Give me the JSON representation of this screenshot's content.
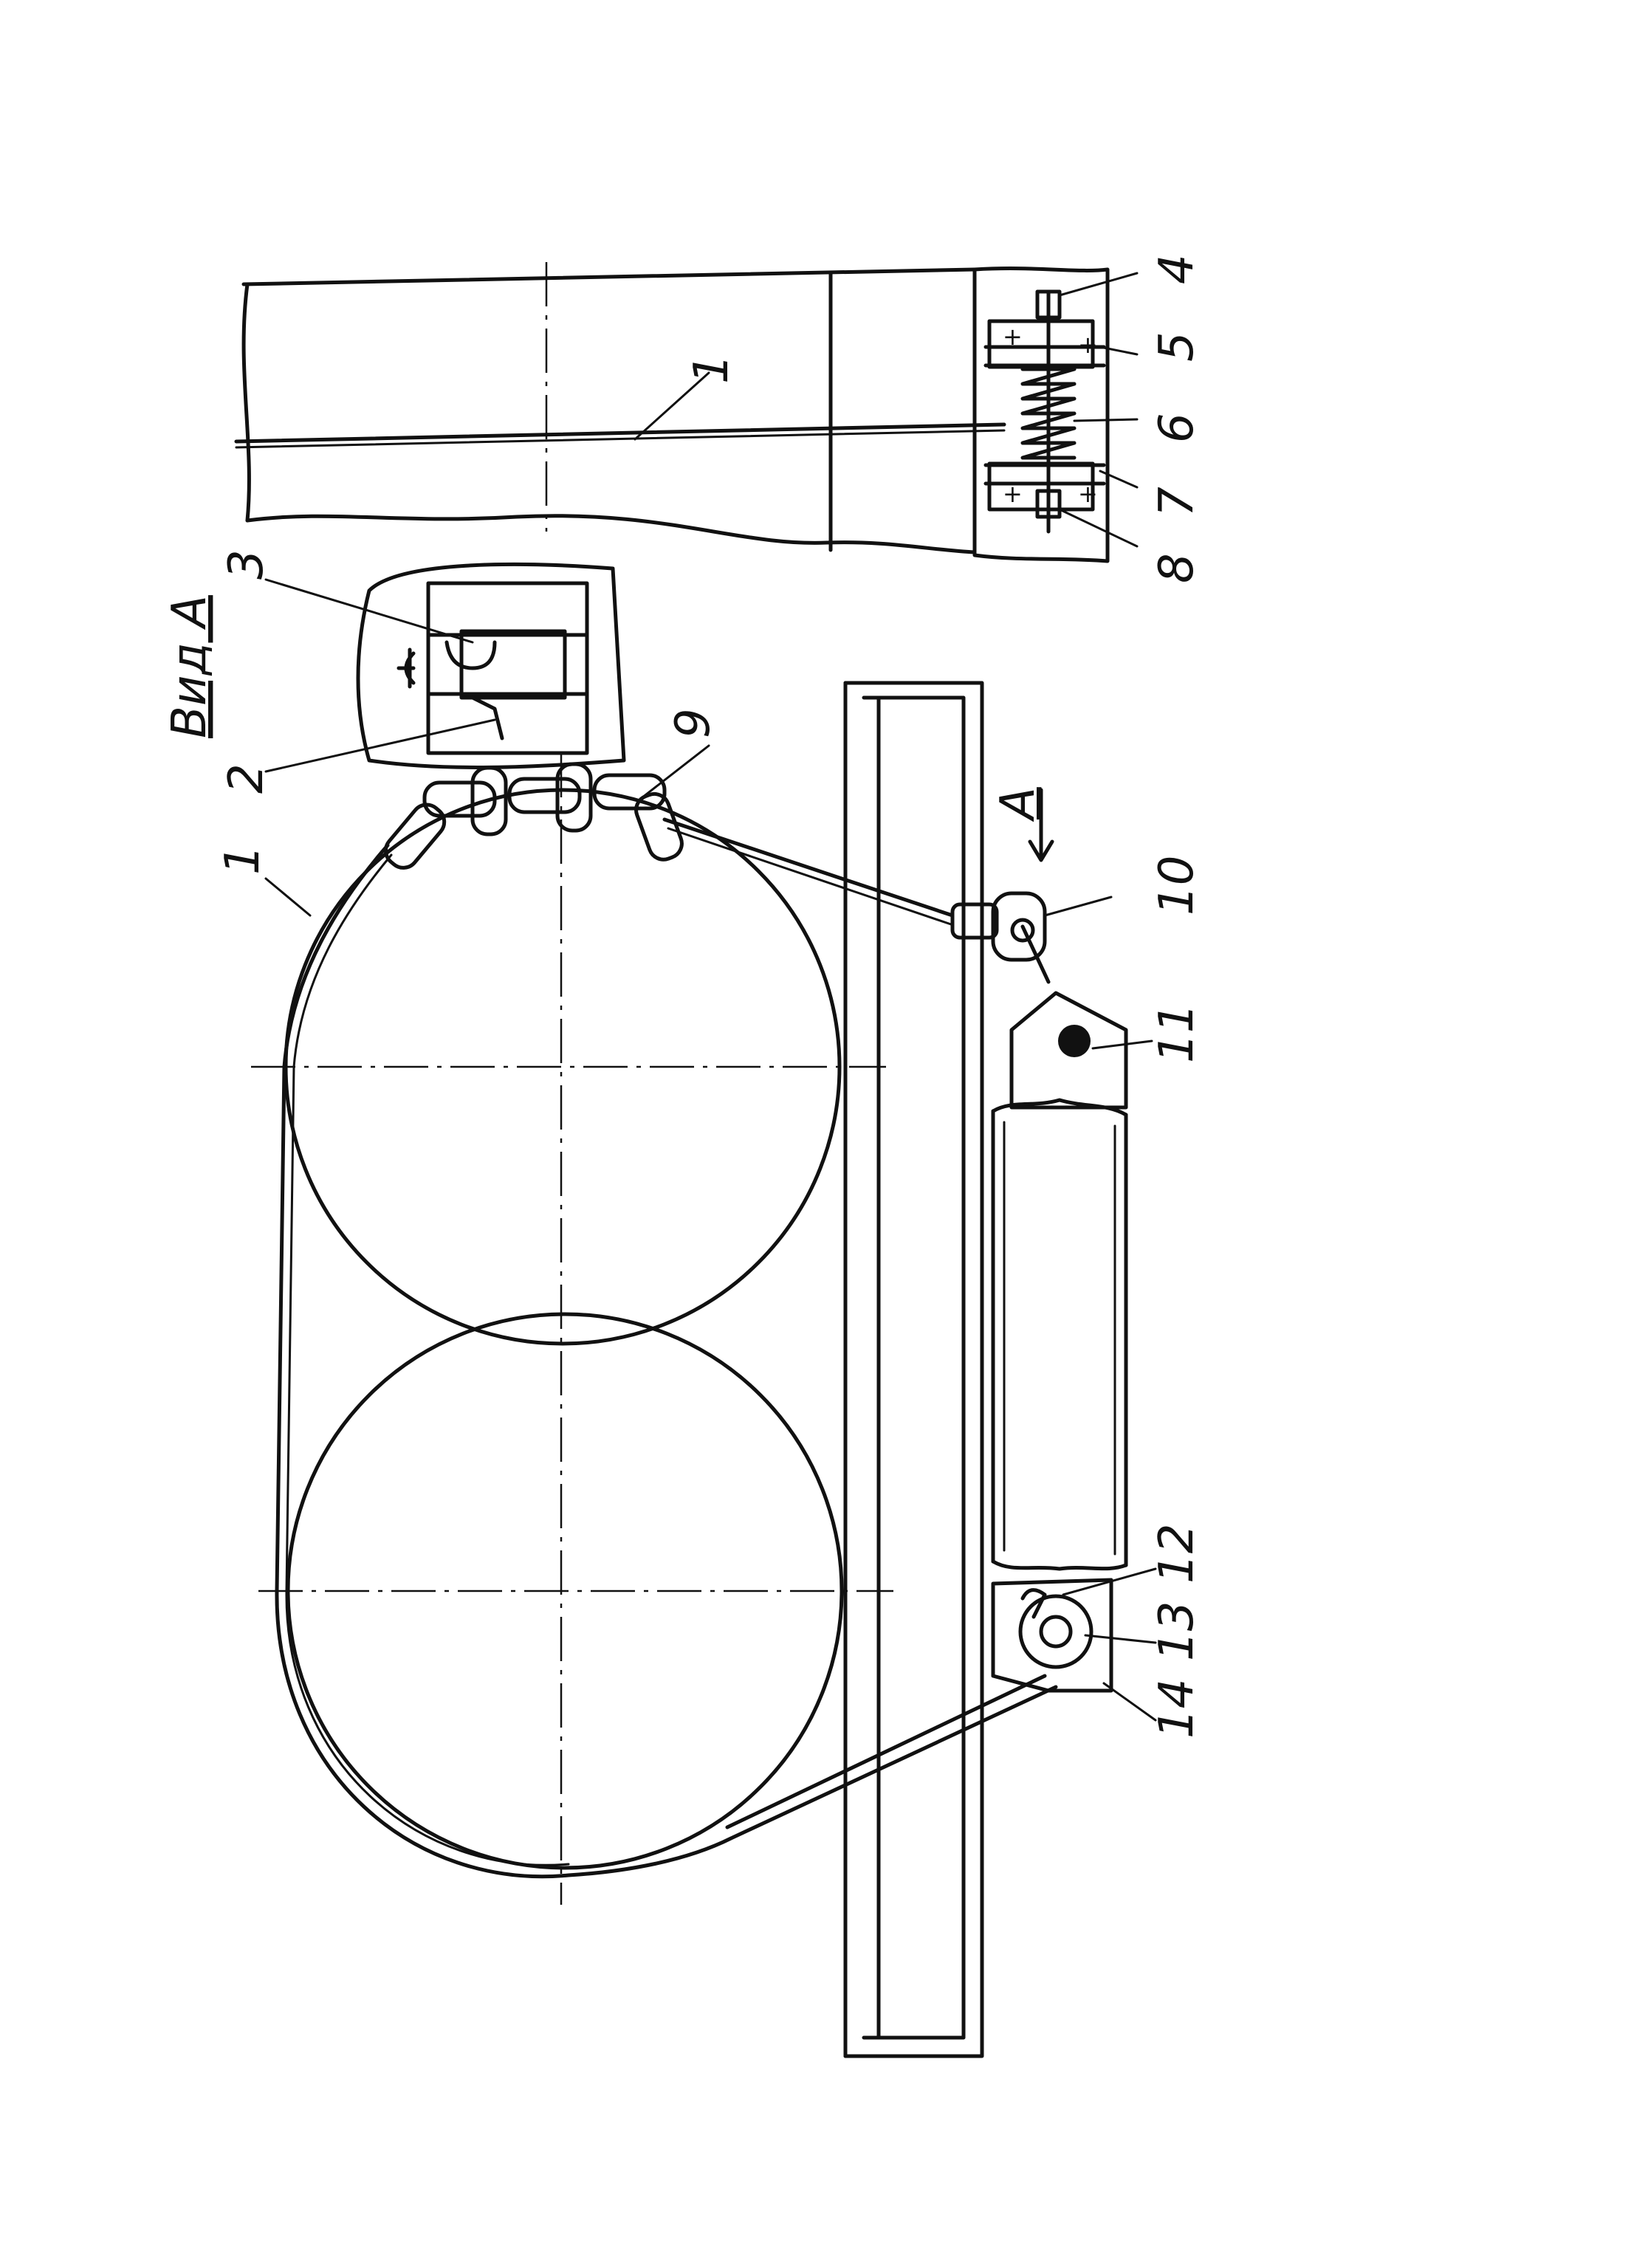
{
  "labels": {
    "view_title": "Вид А",
    "direction_letter": "А",
    "n1_side": "1",
    "n1_main": "1",
    "n2": "2",
    "n3": "3",
    "n4": "4",
    "n5": "5",
    "n6": "6",
    "n7": "7",
    "n8": "8",
    "n9": "9",
    "n10": "10",
    "n11": "11",
    "n12": "12",
    "n13": "13",
    "n14": "14"
  }
}
